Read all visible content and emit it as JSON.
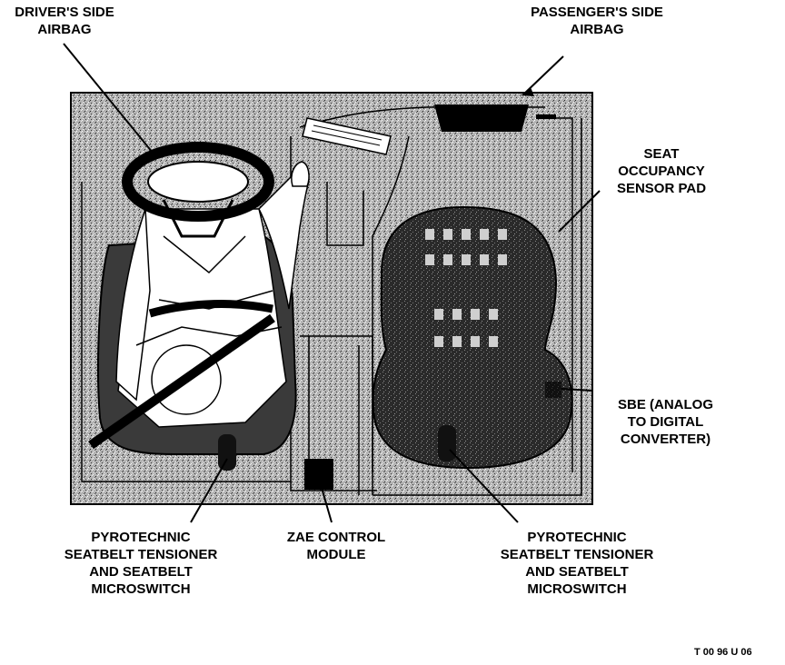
{
  "labels": {
    "driver_airbag": [
      "DRIVER'S SIDE",
      "AIRBAG"
    ],
    "passenger_airbag": [
      "PASSENGER'S SIDE",
      "AIRBAG"
    ],
    "seat_sensor": [
      "SEAT",
      "OCCUPANCY",
      "SENSOR PAD"
    ],
    "sbe": [
      "SBE (ANALOG",
      "TO DIGITAL",
      "CONVERTER)"
    ],
    "tensioner_left": [
      "PYROTECHNIC",
      "SEATBELT TENSIONER",
      "AND SEATBELT",
      "MICROSWITCH"
    ],
    "zae": [
      "ZAE CONTROL",
      "MODULE"
    ],
    "tensioner_right": [
      "PYROTECHNIC",
      "SEATBELT TENSIONER",
      "AND SEATBELT",
      "MICROSWITCH"
    ]
  },
  "figure_code": "T 00 96 U 06",
  "colors": {
    "ink": "#000000",
    "stipple_bg": "#a8a8a8",
    "seat_dark": "#3a3a3a",
    "paper": "#ffffff"
  }
}
